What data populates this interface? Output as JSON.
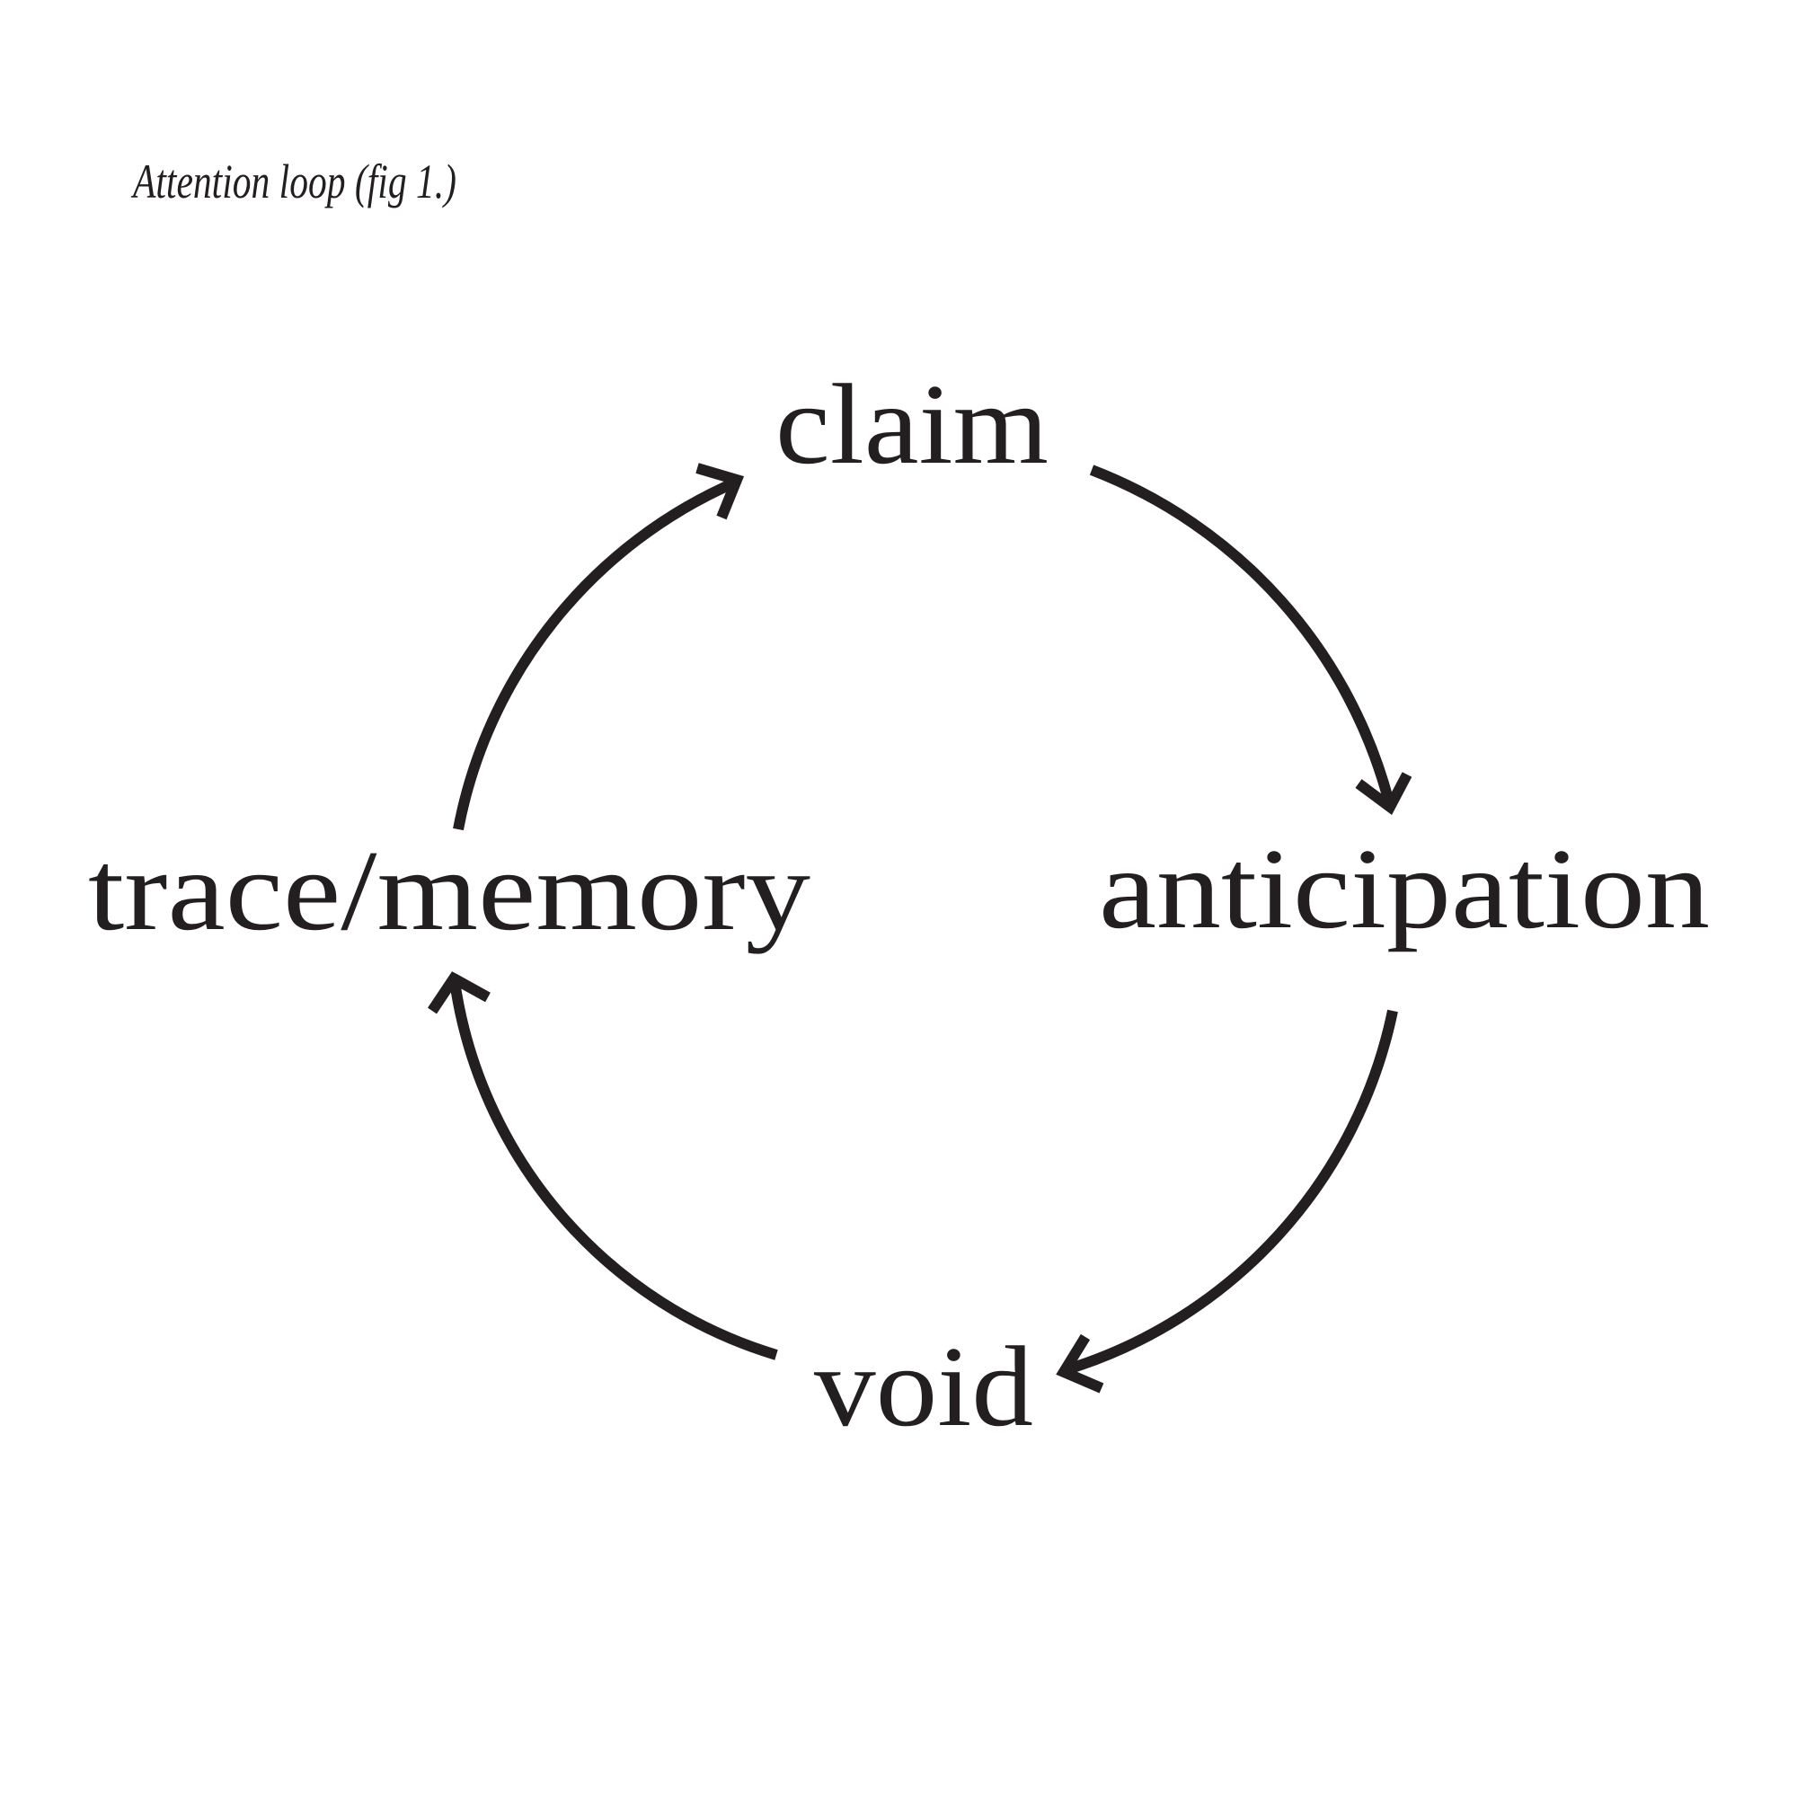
{
  "figure": {
    "title": "Attention loop (fig 1.)",
    "ink_color": "#231f20",
    "background": "#ffffff"
  },
  "nodes": [
    {
      "id": "claim",
      "label": "claim"
    },
    {
      "id": "anticipation",
      "label": "anticipation"
    },
    {
      "id": "void",
      "label": "void"
    },
    {
      "id": "trace-memory",
      "label": "trace/memory"
    }
  ],
  "edges": [
    {
      "from": "claim",
      "to": "anticipation"
    },
    {
      "from": "anticipation",
      "to": "void"
    },
    {
      "from": "void",
      "to": "trace-memory"
    },
    {
      "from": "trace-memory",
      "to": "claim"
    }
  ]
}
